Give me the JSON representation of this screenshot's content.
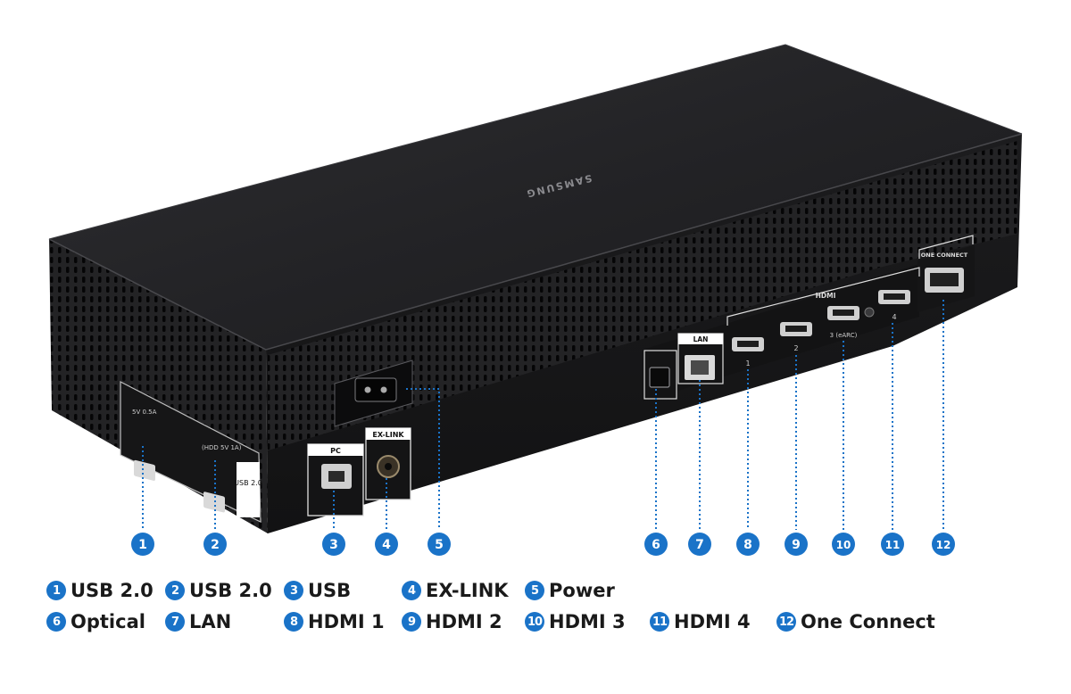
{
  "device": {
    "brand": "SAMSUNG",
    "labels": {
      "usb_a": "5V 0.5A",
      "usb_b": "(HDD 5V 1A)",
      "usb_tag": "USB 2.0",
      "pc": "PC",
      "exlink": "EX-LINK",
      "lan": "LAN",
      "hdmi": "HDMI",
      "hdmi1": "1",
      "hdmi2": "2",
      "hdmi3": "3 (eARC)",
      "hdmi4": "4",
      "oneconnect": "ONE CONNECT"
    }
  },
  "colors": {
    "accent": "#1a73c8",
    "body": "#1f1f21",
    "text": "#1a1a1a"
  },
  "callouts": [
    {
      "number": "1",
      "label": "USB 2.0"
    },
    {
      "number": "2",
      "label": "USB 2.0"
    },
    {
      "number": "3",
      "label": "USB"
    },
    {
      "number": "4",
      "label": "EX-LINK"
    },
    {
      "number": "5",
      "label": "Power"
    },
    {
      "number": "6",
      "label": "Optical"
    },
    {
      "number": "7",
      "label": "LAN"
    },
    {
      "number": "8",
      "label": "HDMI 1"
    },
    {
      "number": "9",
      "label": "HDMI 2"
    },
    {
      "number": "10",
      "label": "HDMI 3"
    },
    {
      "number": "11",
      "label": "HDMI 4"
    },
    {
      "number": "12",
      "label": "One Connect"
    }
  ]
}
